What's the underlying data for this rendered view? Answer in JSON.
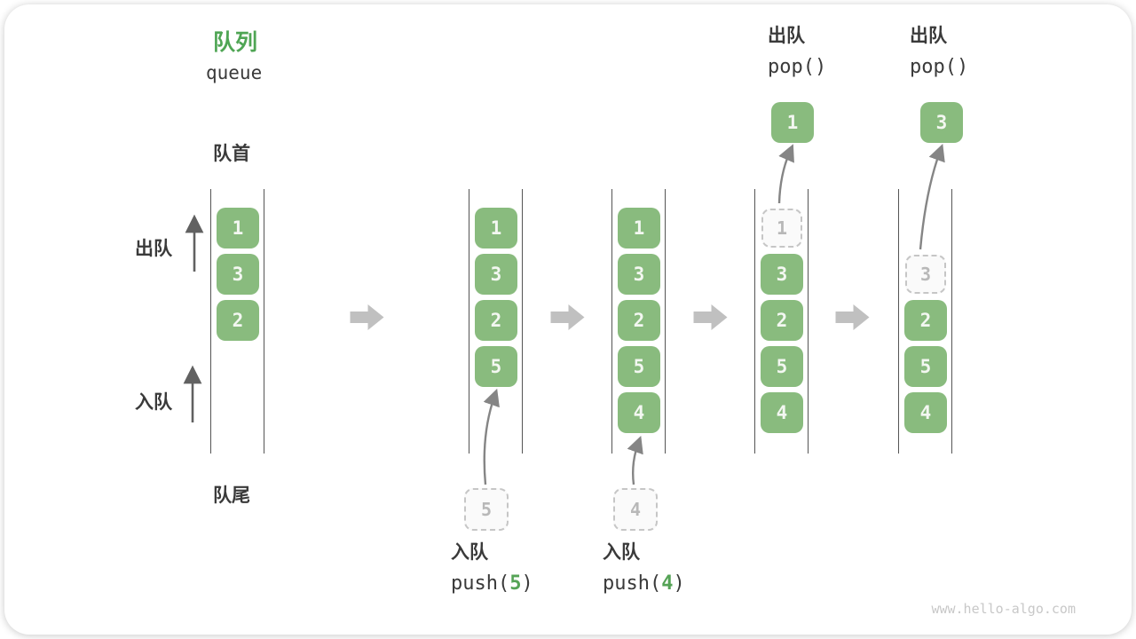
{
  "header": {
    "title_cn": "队列",
    "title_en": "queue"
  },
  "labels": {
    "front": "队首",
    "rear": "队尾",
    "dequeue": "出队",
    "enqueue": "入队"
  },
  "colors": {
    "box_green": "#89bb7e",
    "title_green": "#4fa554",
    "code_arg_green": "#55a356",
    "ghost_gray": "#c6c6c6",
    "flow_arrow_gray": "#c0c0c0"
  },
  "states": [
    {
      "boxes": [
        "1",
        "3",
        "2"
      ]
    },
    {
      "boxes": [
        "1",
        "3",
        "2",
        "5"
      ],
      "staged": "5"
    },
    {
      "boxes": [
        "1",
        "3",
        "2",
        "5",
        "4"
      ],
      "staged": "4"
    },
    {
      "boxes": [
        "3",
        "2",
        "5",
        "4"
      ],
      "ghost": "1",
      "popped": "1"
    },
    {
      "boxes": [
        "2",
        "5",
        "4"
      ],
      "ghost": "3",
      "popped": "3"
    }
  ],
  "operations": {
    "push1": {
      "label": "入队",
      "code_pre": "push(",
      "arg": "5",
      "code_post": ")"
    },
    "push2": {
      "label": "入队",
      "code_pre": "push(",
      "arg": "4",
      "code_post": ")"
    },
    "pop1": {
      "label": "出队",
      "code": "pop()"
    },
    "pop2": {
      "label": "出队",
      "code": "pop()"
    }
  },
  "watermark": "www.hello-algo.com"
}
